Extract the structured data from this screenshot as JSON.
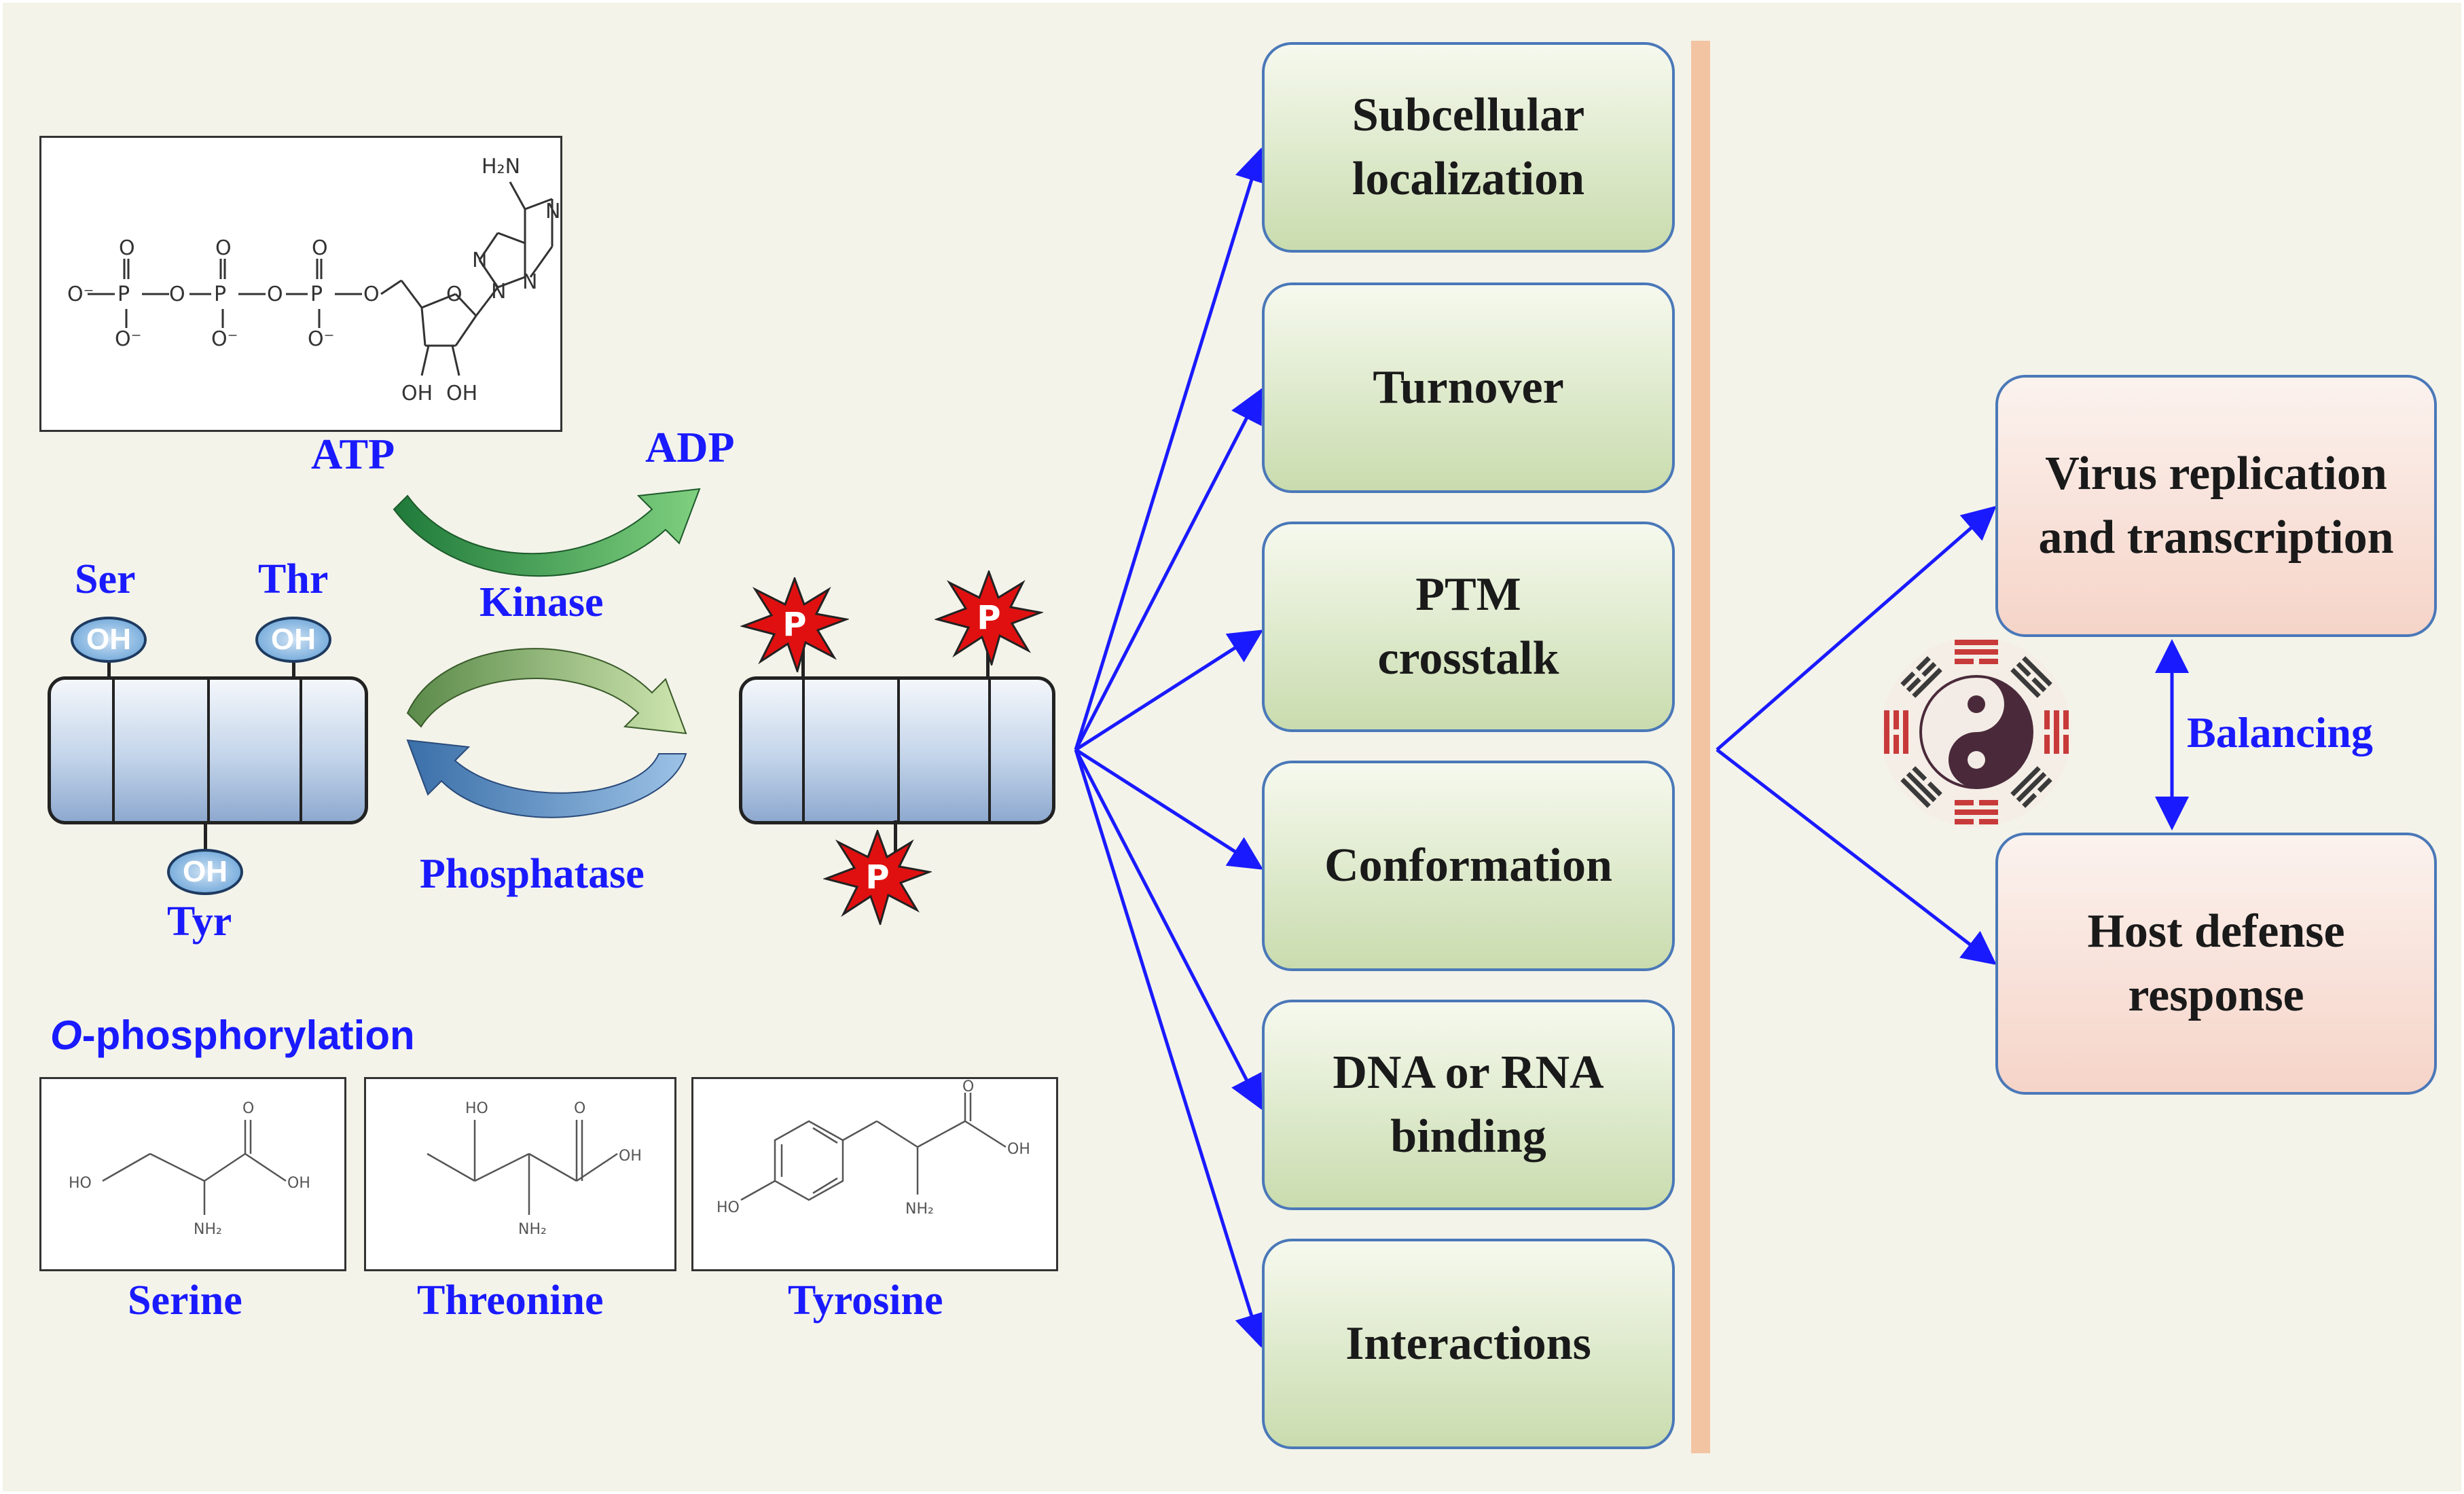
{
  "kinase_cycle": {
    "atp": "ATP",
    "adp": "ADP",
    "kinase": "Kinase",
    "phosphatase": "Phosphatase"
  },
  "residues": {
    "ser": "Ser",
    "thr": "Thr",
    "tyr": "Tyr",
    "oh": "OH"
  },
  "phospho_tag": "P",
  "atp_structure": {
    "h2n": "H₂N",
    "n": "N",
    "o": "O",
    "p": "P",
    "o_minus": "O⁻",
    "oh": "OH"
  },
  "o_phosphorylation": {
    "title_italic": "O",
    "title_rest": "-phosphorylation",
    "amino_acids": [
      {
        "name": "Serine"
      },
      {
        "name": "Threonine"
      },
      {
        "name": "Tyrosine"
      }
    ],
    "atom_labels": {
      "ho": "HO",
      "oh": "OH",
      "o": "O",
      "nh2": "NH₂"
    }
  },
  "effects": [
    {
      "label": "Subcellular localization"
    },
    {
      "label": "Turnover"
    },
    {
      "label": "PTM crosstalk"
    },
    {
      "label": "Conformation"
    },
    {
      "label": "DNA or RNA binding"
    },
    {
      "label": "Interactions"
    }
  ],
  "outcomes": {
    "virus": "Virus replication and transcription",
    "host": "Host defense response",
    "balancing": "Balancing"
  },
  "colors": {
    "accent_blue": "#1a1aff",
    "box_green": "#c9dcae",
    "box_peach": "#f6d4c8",
    "divider": "#f3c4a2",
    "phospho_red": "#e01010",
    "kinase_arrow": "#3aa05a",
    "phosphatase_arrow": "#6f9fd0"
  }
}
